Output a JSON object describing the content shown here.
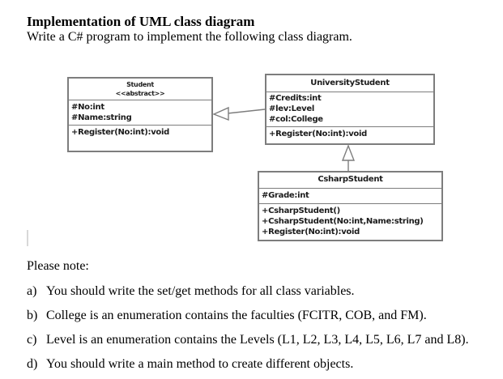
{
  "document": {
    "title": "Implementation of UML class diagram",
    "subtitle": "Write a C# program to implement the following class diagram.",
    "note_heading": "Please note:",
    "notes": [
      {
        "label": "a)",
        "text": "You should write the set/get methods for all class variables."
      },
      {
        "label": "b)",
        "text": "College is an enumeration contains the faculties (FCITR, COB, and FM)."
      },
      {
        "label": "c)",
        "text": "Level is an enumeration contains the Levels (L1, L2, L3, L4, L5, L6, L7 and L8)."
      },
      {
        "label": "d)",
        "text": "You should write a main method to create different objects."
      }
    ]
  },
  "diagram": {
    "classes": [
      {
        "name": "Student",
        "stereotype": "<<abstract>>",
        "attributes": [
          "#No:int",
          "#Name:string"
        ],
        "methods": [
          "+Register(No:int):void"
        ]
      },
      {
        "name": "UniversityStudent",
        "stereotype": "",
        "attributes": [
          "#Credits:int",
          "#lev:Level",
          "#col:College"
        ],
        "methods": [
          "+Register(No:int):void"
        ]
      },
      {
        "name": "CsharpStudent",
        "stereotype": "",
        "attributes": [
          "#Grade:int"
        ],
        "methods": [
          "+CsharpStudent()",
          "+CsharpStudent(No:int,Name:string)",
          "+Register(No:int):void"
        ]
      }
    ],
    "relations": [
      {
        "type": "inheritance",
        "from": "UniversityStudent",
        "to": "Student"
      },
      {
        "type": "inheritance",
        "from": "CsharpStudent",
        "to": "UniversityStudent"
      }
    ],
    "colors": {
      "border": "#7d7d7d",
      "text": "#1b1b1b",
      "background": "#ffffff"
    }
  }
}
